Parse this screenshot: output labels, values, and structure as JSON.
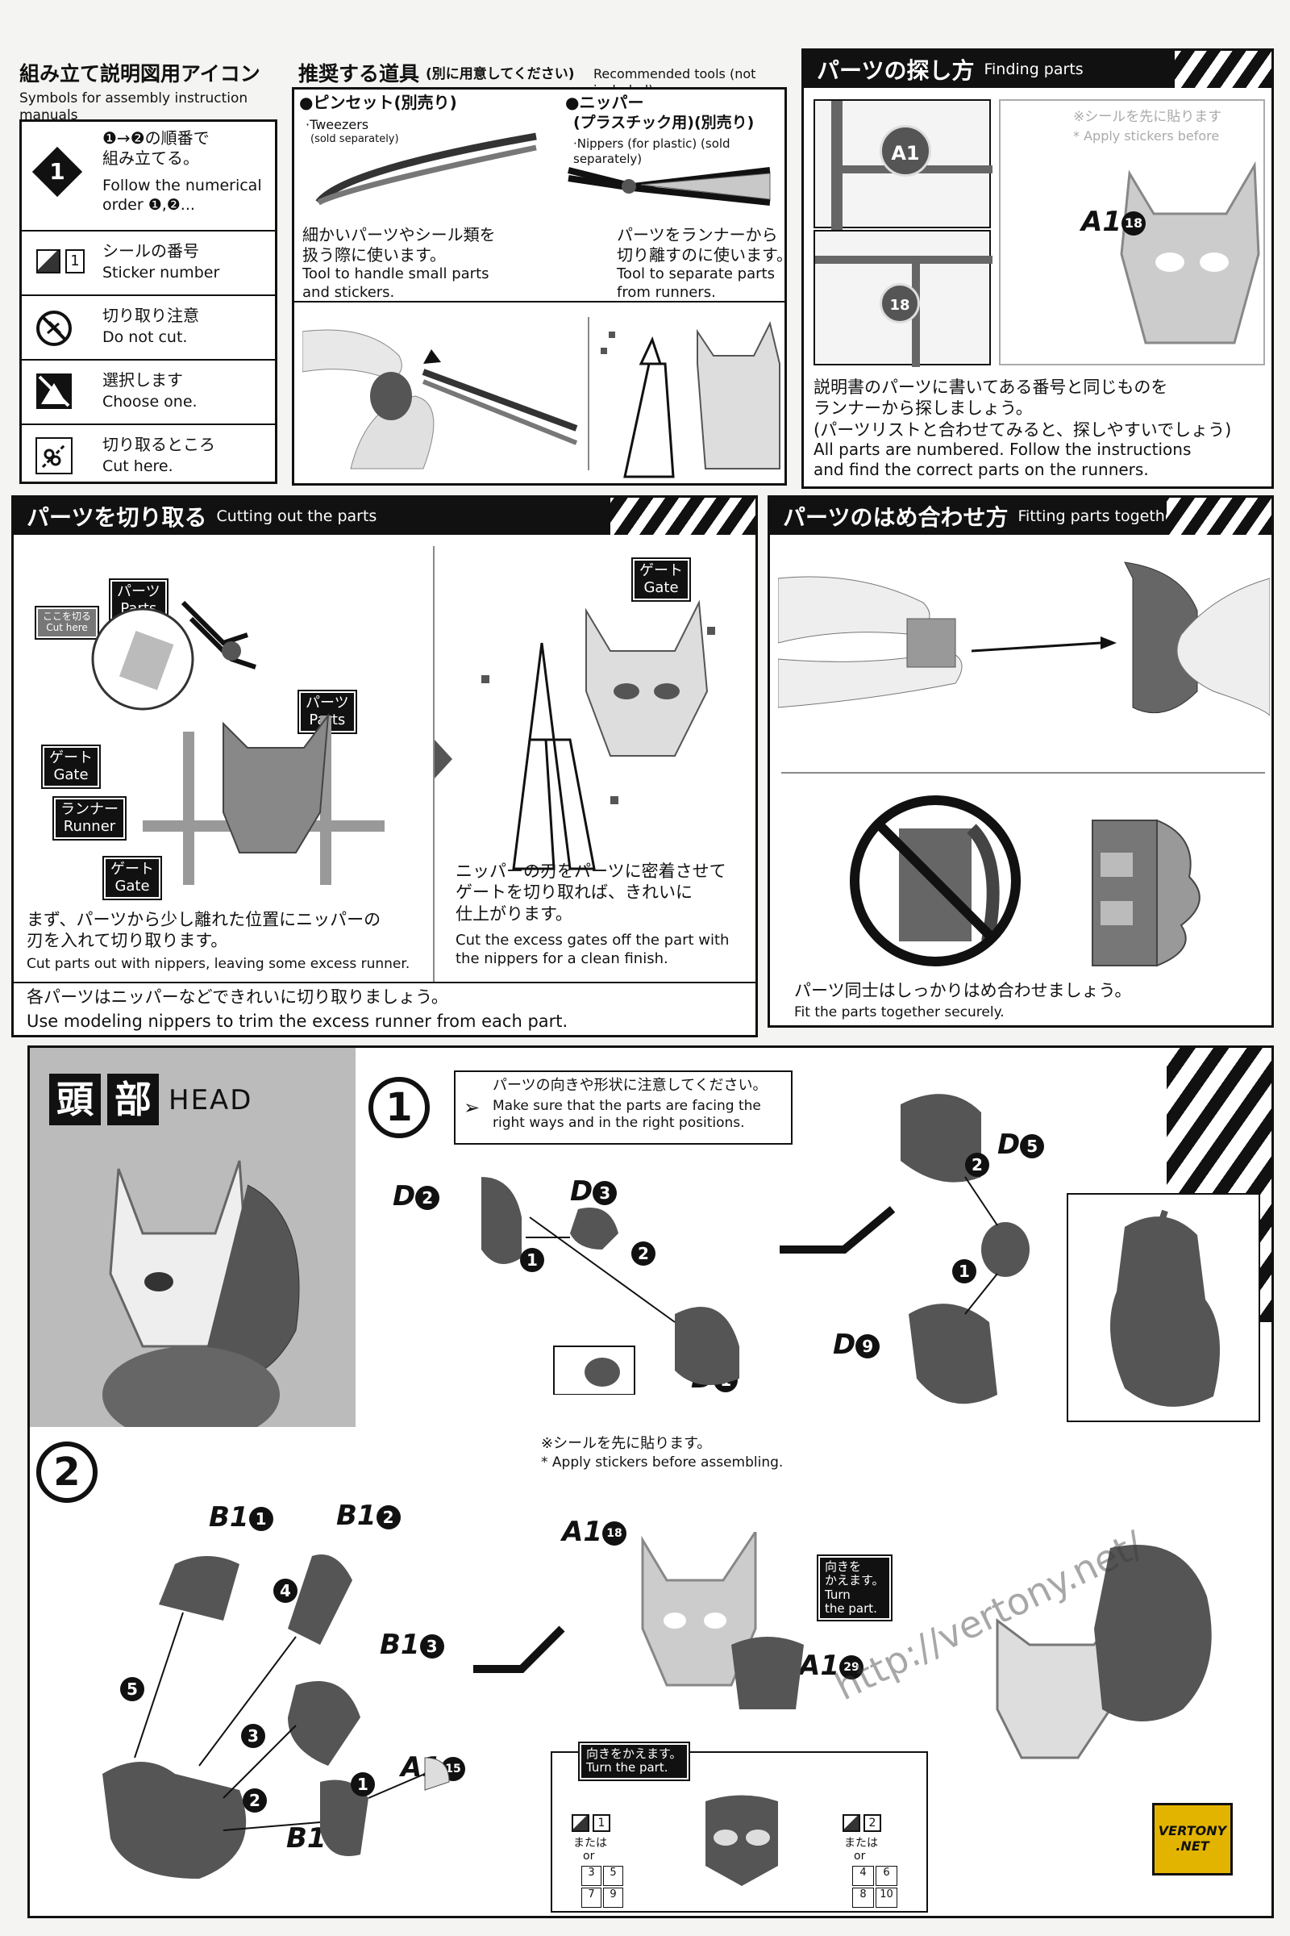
{
  "symbols": {
    "title_jp": "組み立て説明図用アイコン",
    "title_en": "Symbols for assembly instruction manuals",
    "order_jp": "❶→❷の順番で\n組み立てる。",
    "order_en": "Follow the numerical\norder ❶,❷...",
    "order_icon_num": "1",
    "sticker_jp": "シールの番号",
    "sticker_en": "Sticker number",
    "sticker_num": "1",
    "nocut_jp": "切り取り注意",
    "nocut_en": "Do not cut.",
    "choose_jp": "選択します",
    "choose_en": "Choose one.",
    "cuthere_jp": "切り取るところ",
    "cuthere_en": "Cut here."
  },
  "tools": {
    "title_jp": "推奨する道具",
    "title_note_jp": "(別に用意してください)",
    "title_en": "Recommended tools (not included)",
    "tweezers_jp": "●ピンセット(別売り)",
    "tweezers_en": "·Tweezers",
    "tweezers_note": "(sold separately)",
    "nippers_jp1": "●ニッパー",
    "nippers_jp2": "(プラスチック用)(別売り)",
    "nippers_en": "·Nippers (for plastic) (sold separately)",
    "tweezers_desc_jp": "細かいパーツやシール類を\n扱う際に使います。",
    "tweezers_desc_en": "Tool to handle small parts\nand stickers.",
    "nippers_desc_jp": "パーツをランナーから\n切り離すのに使います。",
    "nippers_desc_en": "Tool to separate parts\nfrom runners."
  },
  "finding": {
    "title_jp": "パーツの探し方",
    "title_en": "Finding parts",
    "runner_tag": "A1",
    "part_tag": "18",
    "part_label": "A1",
    "part_label_num": "18",
    "sticker_note_jp": "※シールを先に貼ります",
    "sticker_note_en": "* Apply stickers before",
    "desc_jp": "説明書のパーツに書いてある番号と同じものを\nランナーから探しましょう。\n(パーツリストと合わせてみると、探しやすいでしょう)",
    "desc_en": "All parts are numbered. Follow the instructions\nand find the correct parts on the runners."
  },
  "cutting": {
    "title_jp": "パーツを切り取る",
    "title_en": "Cutting out the parts",
    "cut_here_jp": "ここを切る",
    "cut_here_en": "Cut here",
    "parts_jp": "パーツ",
    "parts_en": "Parts",
    "gate_jp": "ゲート",
    "gate_en": "Gate",
    "runner_jp": "ランナー",
    "runner_en": "Runner",
    "step1_jp": "まず、パーツから少し離れた位置にニッパーの\n刃を入れて切り取ります。",
    "step1_en": "Cut parts out with nippers, leaving some excess runner.",
    "step2_jp": "ニッパーの刃をパーツに密着させて\nゲートを切り取れば、きれいに\n仕上がります。",
    "step2_en": "Cut the excess gates off the part with\nthe nippers for a clean finish.",
    "footer_jp": "各パーツはニッパーなどできれいに切り取りましょう。",
    "footer_en": "Use modeling nippers to trim the excess runner from each part."
  },
  "fitting": {
    "title_jp": "パーツのはめ合わせ方",
    "title_en": "Fitting parts together",
    "desc_jp": "パーツ同士はしっかりはめ合わせましょう。",
    "desc_en": "Fit the parts together securely."
  },
  "head": {
    "title_jp1": "頭",
    "title_jp2": "部",
    "title_en": "HEAD",
    "step1_num": "1",
    "step1_note_jp": "パーツの向きや形状に注意してください。",
    "step1_note_en": "Make sure that the parts are facing the\nright ways and in the right positions.",
    "step1_parts": [
      {
        "letter": "D",
        "num": "2"
      },
      {
        "letter": "D",
        "num": "3"
      },
      {
        "letter": "D",
        "num": "1"
      },
      {
        "letter": "D",
        "num": "5"
      },
      {
        "letter": "D",
        "num": "9"
      }
    ],
    "step_arrow_nums": [
      "1",
      "2"
    ],
    "step2_num": "2",
    "step2_note_jp": "※シールを先に貼ります。",
    "step2_note_en": "* Apply stickers before assembling.",
    "step2_parts": [
      {
        "letter": "B1",
        "num": "1"
      },
      {
        "letter": "B1",
        "num": "2"
      },
      {
        "letter": "B1",
        "num": "3"
      },
      {
        "letter": "B1",
        "num": "4"
      },
      {
        "letter": "A1",
        "num": "15"
      },
      {
        "letter": "A1",
        "num": "18"
      },
      {
        "letter": "A1",
        "num": "29"
      }
    ],
    "step2_arrow_nums": [
      "1",
      "2",
      "3",
      "4",
      "5"
    ],
    "turn_jp": "向きを\nかえます。",
    "turn_en": "Turn\nthe part.",
    "turn2_jp": "向きをかえます。",
    "turn2_en": "Turn the part.",
    "sticker_left_num": "1",
    "sticker_right_num": "2",
    "or_jp": "または",
    "or_en": "or",
    "sticker_left_alt": [
      "3",
      "5",
      "7",
      "9"
    ],
    "sticker_right_alt": [
      "4",
      "6",
      "8",
      "10"
    ]
  },
  "watermark": {
    "url": "http://vertony.net/",
    "logo_l1": "VERTONY",
    "logo_l2": ".NET"
  }
}
